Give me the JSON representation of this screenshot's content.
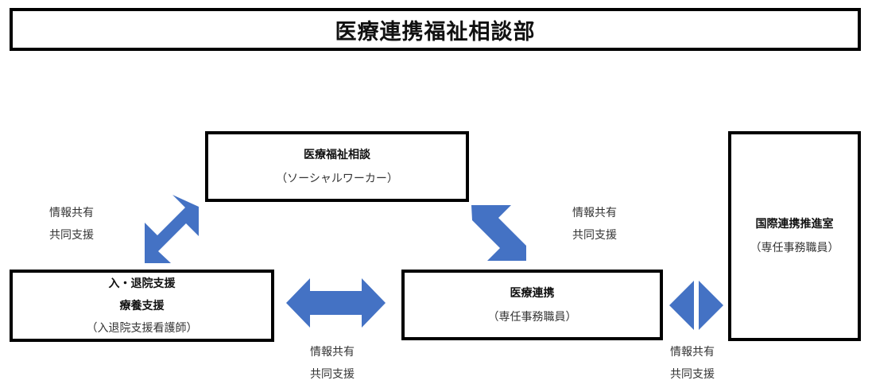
{
  "title": "医療連携福祉相談部",
  "nodes": {
    "social_work": {
      "title": "医療福祉相談",
      "subtitle": "（ソーシャルワーカー）"
    },
    "discharge": {
      "title_line1": "入・退院支援",
      "title_line2": "療養支援",
      "subtitle": "（入退院支援看護師）"
    },
    "medical_coop": {
      "title": "医療連携",
      "subtitle": "（専任事務職員）"
    },
    "international": {
      "title": "国際連携推進室",
      "subtitle": "（専任事務職員）"
    }
  },
  "labels": {
    "upper_left": {
      "line1": "情報共有",
      "line2": "共同支援"
    },
    "upper_right": {
      "line1": "情報共有",
      "line2": "共同支援"
    },
    "bottom_middle": {
      "line1": "情報共有",
      "line2": "共同支援"
    },
    "bottom_right": {
      "line1": "情報共有",
      "line2": "共同支援"
    }
  },
  "colors": {
    "arrow": "#4472C4",
    "border": "#000000"
  }
}
